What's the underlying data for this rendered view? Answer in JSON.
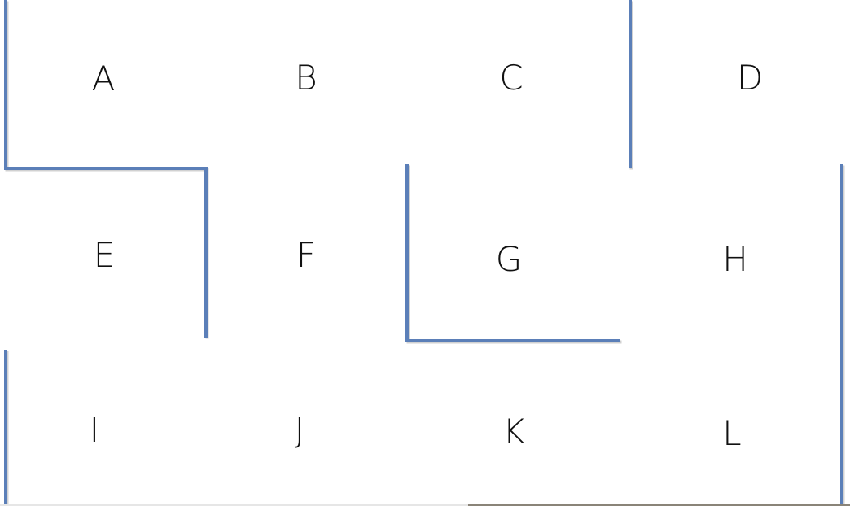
{
  "cells": [
    {
      "id": "A",
      "label": "A"
    },
    {
      "id": "B",
      "label": "B"
    },
    {
      "id": "C",
      "label": "C"
    },
    {
      "id": "D",
      "label": "D"
    },
    {
      "id": "E",
      "label": "E"
    },
    {
      "id": "F",
      "label": "F"
    },
    {
      "id": "G",
      "label": "G"
    },
    {
      "id": "H",
      "label": "H"
    },
    {
      "id": "I",
      "label": "I"
    },
    {
      "id": "J",
      "label": "J"
    },
    {
      "id": "K",
      "label": "K"
    },
    {
      "id": "L",
      "label": "L"
    }
  ],
  "colors": {
    "wall": "#5b7fb8",
    "text": "#111111",
    "background": "#ffffff"
  }
}
